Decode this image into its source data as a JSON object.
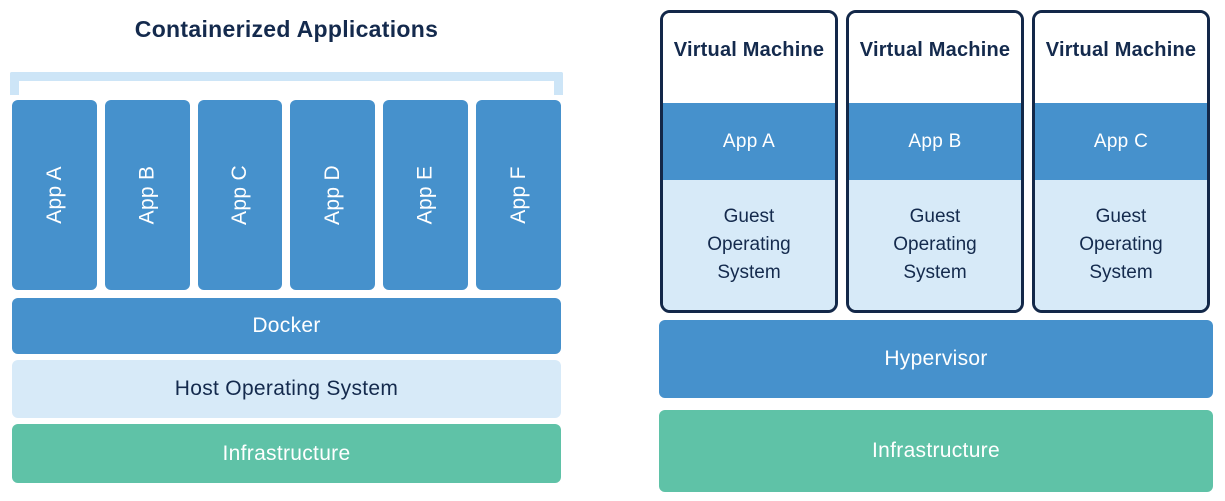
{
  "colors": {
    "accent_blue": "#4691CC",
    "light_blue": "#D7EAF8",
    "bracket_blue": "#CDE5F7",
    "green": "#5FC2A7",
    "navy_text": "#142A4D",
    "vm_border": "#132849",
    "white_text": "#FFFFFF"
  },
  "left": {
    "title": "Containerized Applications",
    "apps": [
      "App A",
      "App B",
      "App C",
      "App D",
      "App E",
      "App F"
    ],
    "layers": [
      {
        "label": "Docker"
      },
      {
        "label": "Host Operating System"
      },
      {
        "label": "Infrastructure"
      }
    ]
  },
  "right": {
    "vms": [
      {
        "title": "Virtual Machine",
        "app": "App A",
        "os": "Guest Operating System"
      },
      {
        "title": "Virtual Machine",
        "app": "App B",
        "os": "Guest Operating System"
      },
      {
        "title": "Virtual Machine",
        "app": "App C",
        "os": "Guest Operating System"
      }
    ],
    "layers": [
      {
        "label": "Hypervisor"
      },
      {
        "label": "Infrastructure"
      }
    ]
  }
}
